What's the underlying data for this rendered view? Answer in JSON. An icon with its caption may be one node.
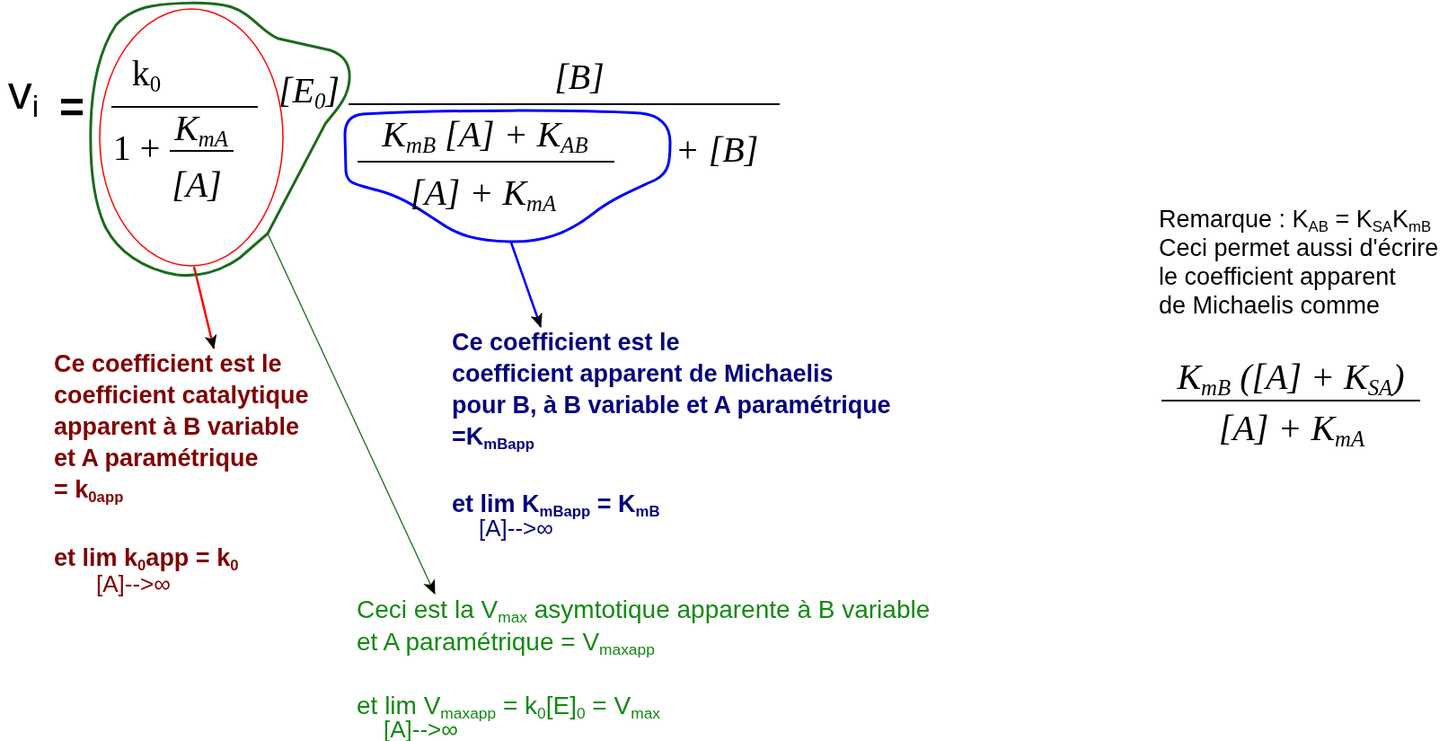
{
  "diagram": {
    "nodes": [
      {
        "text": [
          "[E$_{0}$]"
        ]
      },
      {
        "text": [
          "k$_{0}$",
          "1 +",
          "K$_{mA}$",
          "[A]"
        ],
        "in": 0
      },
      {
        "text": [
          "K$_{mB}$ [A] + K$_{AB}$",
          "[A] + K$_{mA}$"
        ]
      },
      {
        "text": [
          "Ce coefficient est le coefficient catalytique apparent à B variable et A paramétrique = k$_{0app}$",
          "et lim k$_{0}$app = k$_{0}$",
          "[A]-->∞"
        ]
      },
      {
        "text": [
          "Ce coefficient est le coefficient apparent de Michaelis pour B, à B variable et A paramétrique =K$_{mBapp}$",
          "et lim K$_{mBapp}$ = K$_{mB}$",
          "[A]-->∞"
        ]
      },
      {
        "text": [
          "Ceci est la V$_{max}$ asymtotique apparente à B variable et A paramétrique = V$_{maxapp}$",
          "et lim V$_{maxapp}$ = k$_{0}$[E]$_{0}$ = V$_{max}$",
          "[A]-->∞"
        ]
      }
    ],
    "edges": [
      {
        "from": 1,
        "to": 3,
        "arrow": "to",
        "color": "#ff0000"
      },
      {
        "from": 0,
        "to": 5,
        "arrow": "to",
        "color": "#1a6b1a"
      },
      {
        "from": 2,
        "to": 4,
        "arrow": "to",
        "color": "#0000ff"
      }
    ],
    "labels": [
      "v$_{i}$",
      "=",
      "[B]",
      "+ [B]",
      "Remarque : K$_{AB}$ = K$_{SA}$K$_{mB}$ Ceci permet aussi d'écrire le coefficient apparent de Michaelis comme",
      "K$_{mB}$ ([A] + K$_{SA}$)",
      "[A] + K$_{mA}$"
    ]
  }
}
